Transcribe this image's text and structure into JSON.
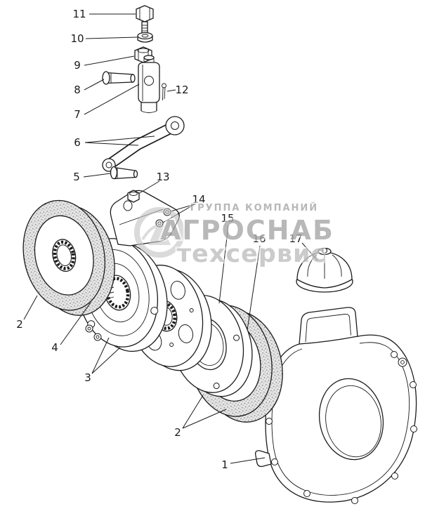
{
  "colors": {
    "line": "#1b1b1b",
    "watermark_dark": "#a7a7a7",
    "watermark_light": "#bfbfbf",
    "paper": "#ffffff"
  },
  "watermark": {
    "line1": "ГРУППА КОМПАНИЙ",
    "line2": "АГРОСНАБ",
    "line3": "техсервис"
  },
  "callouts": {
    "c1": "1",
    "c2": "2",
    "c3": "3",
    "c4": "4",
    "c5": "5",
    "c6": "6",
    "c7": "7",
    "c8": "8",
    "c9": "9",
    "c10": "10",
    "c11": "11",
    "c12": "12",
    "c13": "13",
    "c14": "14",
    "c15": "15",
    "c16": "16",
    "c17": "17"
  }
}
